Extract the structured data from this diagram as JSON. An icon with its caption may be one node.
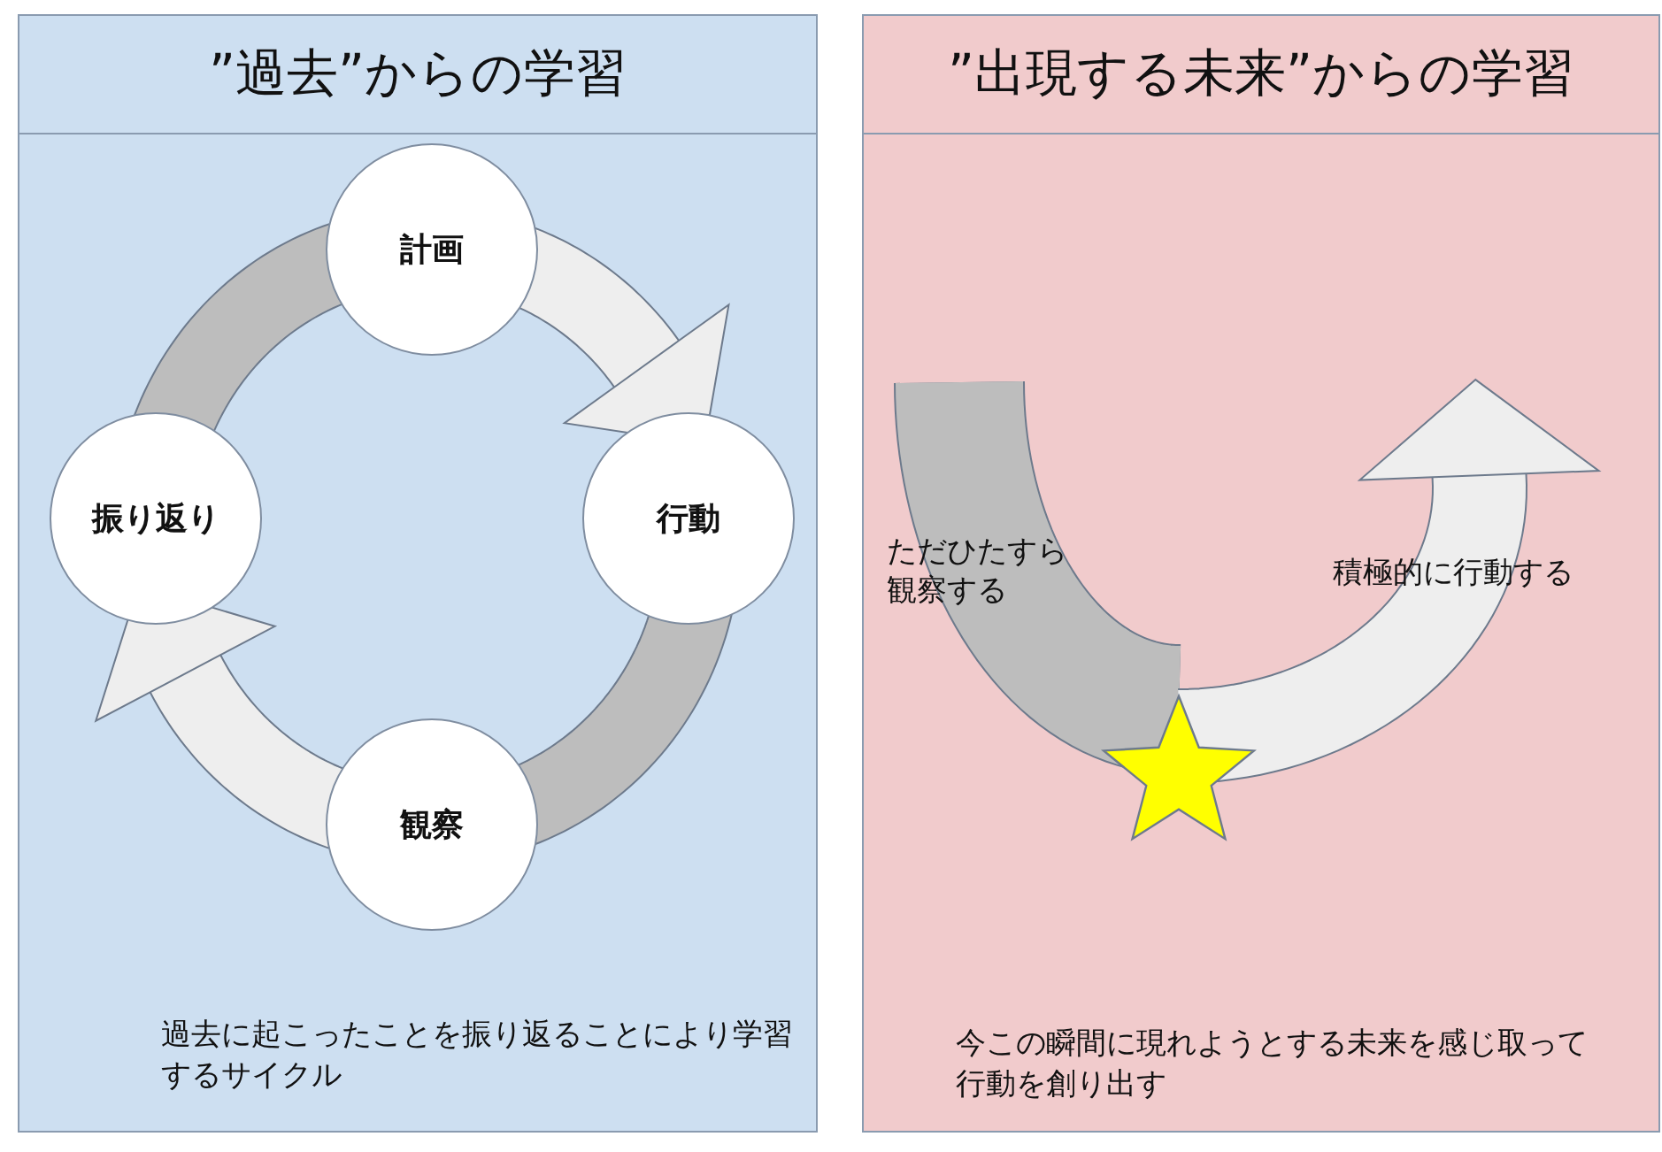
{
  "diagram": {
    "nodes": [
      {
        "text": [
          "”過去”からの学習",
          "過去に起こったことを振り返ることにより学習するサイクル"
        ]
      },
      {
        "text": [
          "計画"
        ],
        "in": 0
      },
      {
        "text": [
          "行動"
        ],
        "in": 0
      },
      {
        "text": [
          "観察"
        ],
        "in": 0
      },
      {
        "text": [
          "振り返り"
        ],
        "in": 0
      },
      {
        "text": [
          "”出現する未来”からの学習",
          "今この瞬間に現れようとする未来を感じ取って行動を創り出す"
        ]
      },
      {
        "text": [],
        "shape": "star",
        "in": 5
      }
    ],
    "edges": [
      {
        "from": 1,
        "to": 2,
        "arrow": "to"
      },
      {
        "from": 2,
        "to": 3,
        "arrow": "none",
        "color": "#bdbdbd"
      },
      {
        "from": 3,
        "to": 4,
        "arrow": "to"
      },
      {
        "from": 4,
        "to": 1,
        "arrow": "none",
        "color": "#bdbdbd"
      },
      {
        "from": null,
        "to": 6,
        "arrow": "none",
        "label": "ただひたすら観察する",
        "color": "#bdbdbd"
      },
      {
        "from": 6,
        "to": null,
        "arrow": "to",
        "label": "積極的に行動する"
      }
    ]
  }
}
